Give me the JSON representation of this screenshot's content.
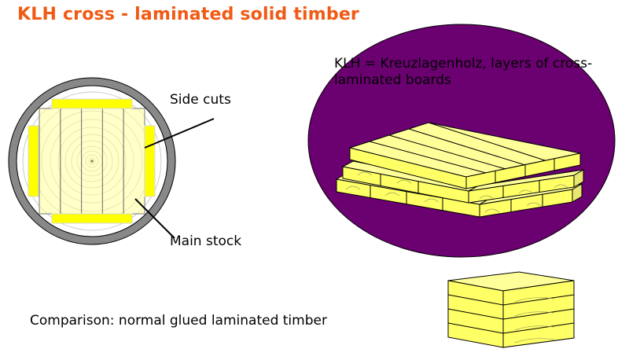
{
  "title": "KLH cross - laminated solid timber",
  "labels": {
    "side_cuts": "Side cuts",
    "main_stock": "Main stock",
    "klh_definition": "KLH = Kreuzlagenholz, layers of cross-laminated boards",
    "comparison": "Comparison: normal glued laminated timber"
  },
  "colors": {
    "title": "#f05a14",
    "timber": "#ffff99",
    "side_cut": "#ffff00",
    "ellipse": "#6b0071",
    "bark": "#888888"
  }
}
